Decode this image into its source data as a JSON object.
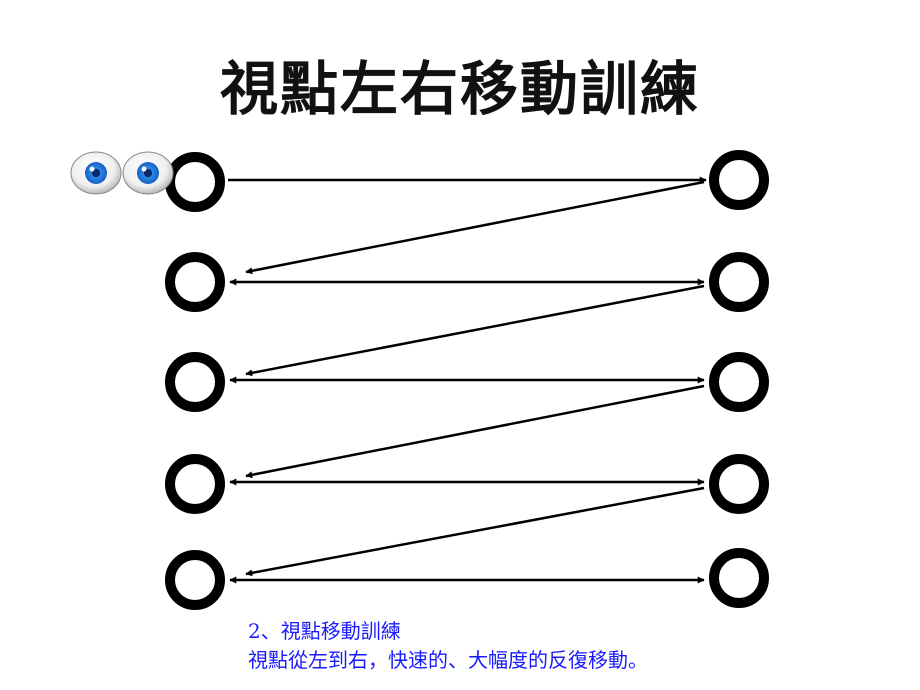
{
  "title": "視點左右移動訓練",
  "rows": 5,
  "colors": {
    "ring": "#000000",
    "line": "#000000",
    "caption": "#1a1aff",
    "iris": "#1e78d6"
  },
  "icons": {
    "eyes": "eyes-icon"
  },
  "caption": {
    "line1": "2、視點移動訓練",
    "line2": "視點從左到右，快速的、大幅度的反復移動。"
  }
}
